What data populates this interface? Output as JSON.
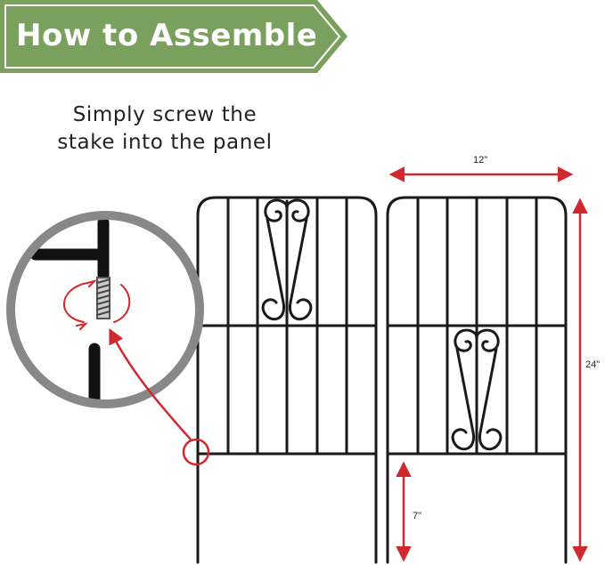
{
  "banner": {
    "title": "How to Assemble",
    "background_color": "#7aa05e",
    "border_color": "#ffffff"
  },
  "instruction": {
    "line1": "Simply screw the",
    "line2": "stake into the panel"
  },
  "dimensions": {
    "width_label": "12\"",
    "height_label": "24\"",
    "stake_label": "7\""
  },
  "colors": {
    "fence": "#1a1a1a",
    "arrow": "#d0282c",
    "callout_ring": "#888888"
  },
  "icons": [
    "zoom-callout-circle",
    "rotation-arrow-icon",
    "pointer-arrow-icon"
  ]
}
